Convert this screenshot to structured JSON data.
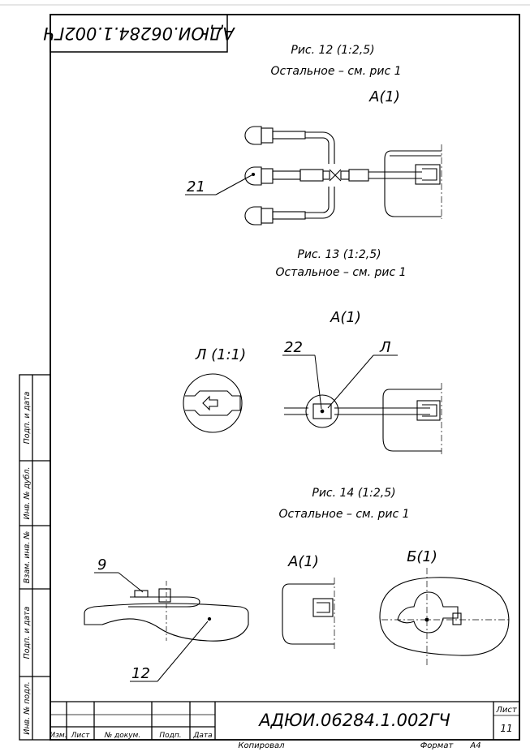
{
  "stamp_code_rotated": "АДЮИ.06284.1.002ГЧ",
  "figures": {
    "fig12": {
      "caption": "Рис. 12  (1:2,5)",
      "note": "Остальное – см. рис 1",
      "view": "А(1)",
      "callout": "21"
    },
    "fig13": {
      "caption": "Рис. 13  (1:2,5)",
      "note": "Остальное – см. рис 1",
      "view": "А(1)",
      "detail": "Л (1:1)",
      "callout_a": "22",
      "callout_b": "Л"
    },
    "fig14": {
      "caption": "Рис. 14  (1:2,5)",
      "note": "Остальное – см. рис 1",
      "view_a": "А(1)",
      "view_b": "Б(1)",
      "callout_a": "9",
      "callout_b": "12"
    }
  },
  "side_labels": [
    "Подп. и дата",
    "Инв. № дубл.",
    "Взам. инв. №",
    "Подп. и дата",
    "Инв. № подл."
  ],
  "title_block": {
    "designation": "АДЮИ.06284.1.002ГЧ",
    "sheet_label": "Лист",
    "sheet_number": "11",
    "columns": [
      "Изм.",
      "Лист",
      "№ докум.",
      "Подп.",
      "Дата"
    ]
  },
  "footer": {
    "copied": "Копировал",
    "format_label": "Формат",
    "format_value": "А4"
  }
}
